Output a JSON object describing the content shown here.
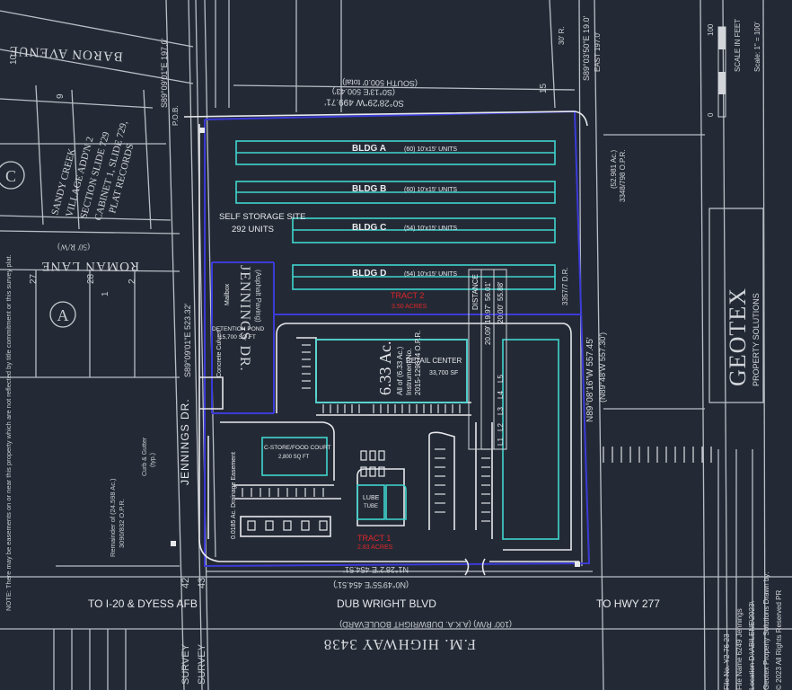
{
  "streets": {
    "baron_avenue": "BARON AVENUE",
    "roman_lane": "ROMAN LANE",
    "roman_lane_row": "(50' R/W)",
    "jennings_dr_left": "JENNINGS DR.",
    "jennings_dr_right": "JENNINGS DR.",
    "jennings_paving": "(Asphalt Paving)",
    "dub_wright": "DUB WRIGHT BLVD",
    "fm_highway": "F.M. HIGHWAY 3438",
    "fm_aka": "(100' R/W) (A.K.A. DUBWRIGHT BOULEVARD)",
    "to_i20": "TO I-20 & DYESS AFB",
    "to_hwy277": "TO HWY 277"
  },
  "subdivision": {
    "line1": "SANDY CREEK",
    "line2": "VILLAGE ADD'N 2",
    "line3": "SECTION SLIDE 729",
    "line4": "CABINET 1, SLIDE 729,",
    "line5": "PLAT RECORDS"
  },
  "blocks": {
    "num_10": "10",
    "num_9": "9",
    "num_27": "27",
    "num_28": "28",
    "num_1": "1",
    "num_15": "15",
    "num_2": "2"
  },
  "bearings": {
    "top_line": "S0°28'29\"W 499.71'",
    "top_record": "(S0°13'E 500.43')",
    "top_south": "(SOUTH 500.0' total)",
    "left_line1": "S89°09'01\"E 197.0'",
    "left_line2": "S89°09'01\"E 523.32'",
    "right_line1": "S89°03'50\"E 19.0'",
    "right_line2": "N89°08'16\"W 557.45'",
    "right_record": "(N89°48'W 557.30')",
    "bottom_line": "N1°28'2\"E 454.51'",
    "bottom_record": "(N0°49'55\"E 454.51')",
    "pob": "P.O.B.",
    "dim_30": "30' R.",
    "dim_east": "EAST 197.0'"
  },
  "buildings": {
    "a": {
      "name": "BLDG A",
      "units": "(60) 10'x15' UNITS"
    },
    "b": {
      "name": "BLDG B",
      "units": "(60) 10'x15' UNITS"
    },
    "c": {
      "name": "BLDG C",
      "units": "(54) 10'x15' UNITS"
    },
    "d": {
      "name": "BLDG D",
      "units": "(54) 10'x15' UNITS"
    }
  },
  "site": {
    "storage_title": "SELF STORAGE SITE",
    "storage_units": "292 UNITS",
    "tract2": "TRACT 2",
    "tract2_acres": "3.50 ACRES",
    "tract1": "TRACT 1",
    "tract1_acres": "2.83 ACRES",
    "acreage": "6.33 Ac.",
    "acreage_note": "All of (6.33 Ac.)",
    "instrument": "Instrument No.",
    "instrument_no": "2015-129874 O.P.R.",
    "retail_title": "RETAIL CENTER",
    "retail_sf": "33,700 SF",
    "detention_title": "DETENTION POND",
    "detention_sf": "15,700 SQ FT",
    "cstore_title": "C-STORE/FOOD COURT",
    "cstore_sf": "2,800 SQ FT",
    "lube_title": "LUBE",
    "lube_sub": "TUBE",
    "drainage": "0.0185 Ac. Drainage Easement",
    "mailbox": "Mailbox",
    "culvert": "Concrete Culvert",
    "curb": "Curb & Gutter",
    "curb_typ": "(typ.)"
  },
  "distances": {
    "header": "DISTANCE",
    "d1": "56.01'",
    "d2": "55.88'",
    "d3": "19.97'",
    "d4": "20.00'",
    "d5": "20.09'",
    "l1": "L1",
    "l2": "L2",
    "l3": "L3",
    "l4": "L4",
    "l5": "L5"
  },
  "right_parcel": {
    "acres": "(52.981 Ac.)",
    "vol": "3348/798 O.P.R.",
    "dr": "3357/7 D.R."
  },
  "notes": {
    "easement_note": "NOTE: There may be easements on or near this property which are not reflected by title commitment or this survey plat.",
    "remainder": "Remainder of (24.598 Ac.)",
    "remainder_vol": "3090/832 O.P.R.",
    "survey_left": "SURVEY",
    "survey_left_no": "42",
    "survey_right": "SURVEY",
    "survey_right_no": "43"
  },
  "logo": {
    "brand": "GEOTEX",
    "sub": "PROPERTY SOLUTIONS"
  },
  "scale": {
    "label": "SCALE IN FEET",
    "ratio": "Scale: 1\" = 100'",
    "num_0": "0",
    "num_100": "100"
  },
  "titleblock": {
    "file_no": "File No.  Y2-76-23",
    "file_name": "File Name  6249 Jennings",
    "location": "Location  D:\\ABILENE\\2023\\",
    "drawn": "Geotex Property Solutions  Drawn by:",
    "copyright": "© 2023 All Rights Reserved PR"
  },
  "colors": {
    "background": "#242a35",
    "linework": "#c8ccd2",
    "boundary": "#3b3bd8",
    "cyan": "#3fd6cf",
    "red": "#e0262a"
  }
}
